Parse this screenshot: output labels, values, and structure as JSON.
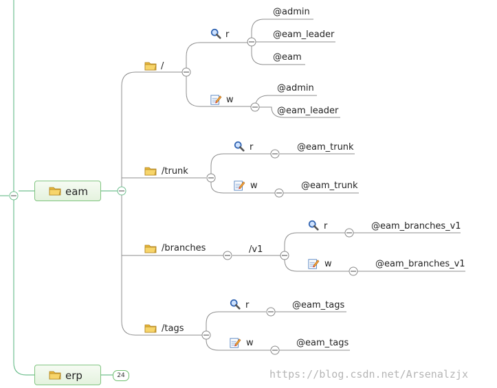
{
  "roots": {
    "eam": "eam",
    "erp": "erp",
    "erp_badge": "24"
  },
  "nodes": {
    "root_path": "/",
    "trunk": "/trunk",
    "branches": "/branches",
    "tags": "/tags",
    "v1": "/v1"
  },
  "perms": {
    "r": "r",
    "w": "w"
  },
  "groups": {
    "root_r": [
      "@admin",
      "@eam_leader",
      "@eam"
    ],
    "root_w": [
      "@admin",
      "@eam_leader"
    ],
    "trunk_r": "@eam_trunk",
    "trunk_w": "@eam_trunk",
    "branches_r": "@eam_branches_v1",
    "branches_w": "@eam_branches_v1",
    "tags_r": "@eam_tags",
    "tags_w": "@eam_tags"
  },
  "watermark": "https://blog.csdn.net/Arsenalzjx",
  "colors": {
    "line": "#8c8c8c",
    "root_line": "#6fbf8f",
    "root_border": "#7fc47f",
    "folder": "#f2c94c",
    "magnifier": "#3b78c9"
  },
  "icons": {
    "folder": "folder-icon",
    "read": "magnifier-icon",
    "write": "notepad-pencil-icon"
  }
}
